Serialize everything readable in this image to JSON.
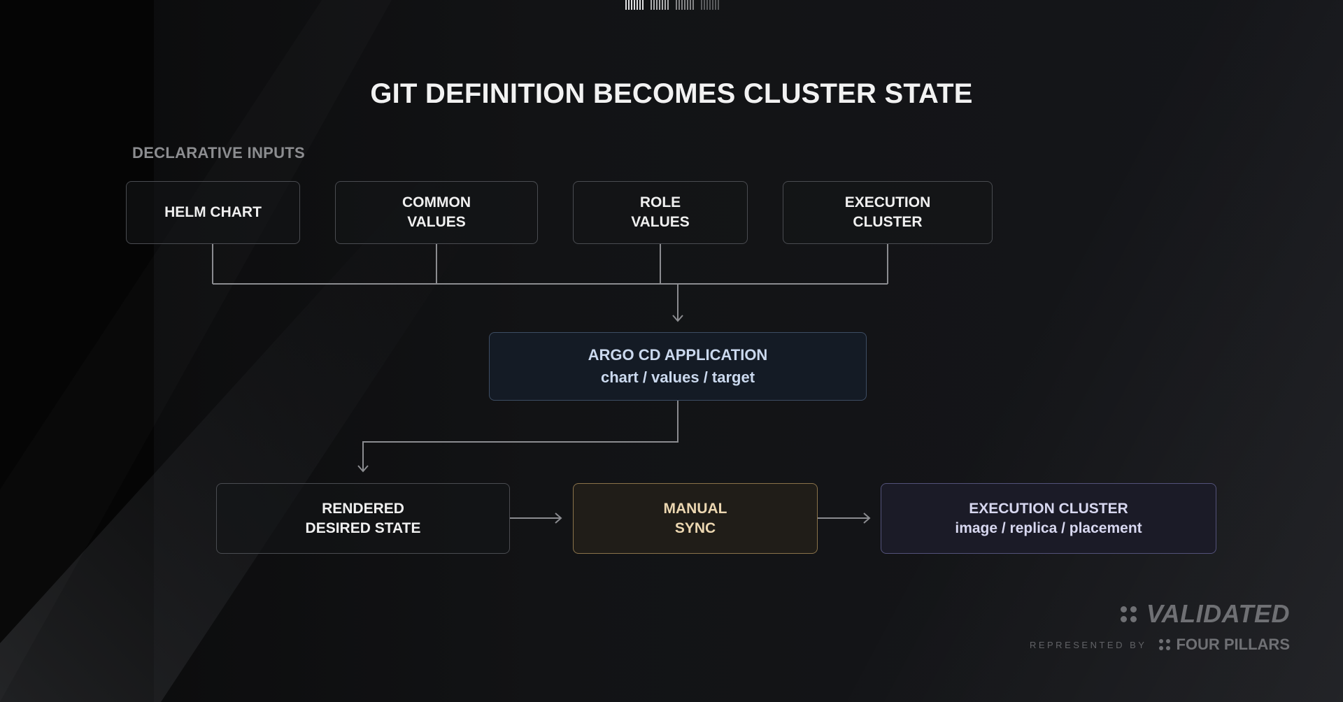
{
  "title": "GIT DEFINITION BECOMES CLUSTER STATE",
  "section_label": "DECLARATIVE INPUTS",
  "inputs": [
    {
      "lines": [
        "HELM CHART"
      ]
    },
    {
      "lines": [
        "COMMON",
        "VALUES"
      ]
    },
    {
      "lines": [
        "ROLE",
        "VALUES"
      ]
    },
    {
      "lines": [
        "EXECUTION",
        "CLUSTER"
      ]
    }
  ],
  "argo": {
    "line1": "ARGO CD APPLICATION",
    "line2": "chart / values / target"
  },
  "rendered": {
    "line1": "RENDERED",
    "line2": "DESIRED STATE"
  },
  "manual": {
    "line1": "MANUAL",
    "line2": "SYNC"
  },
  "execution_cluster": {
    "line1": "EXECUTION CLUSTER",
    "line2": "image / replica / placement"
  },
  "brand": {
    "name": "VALIDATED",
    "represented_by": "REPRESENTED BY",
    "partner": "FOUR PILLARS"
  },
  "colors": {
    "background": "#101113",
    "argo_border": "#3d4d63",
    "manual_border": "#8a734a",
    "execution_border": "#53527a",
    "connector": "#8b8c90"
  }
}
